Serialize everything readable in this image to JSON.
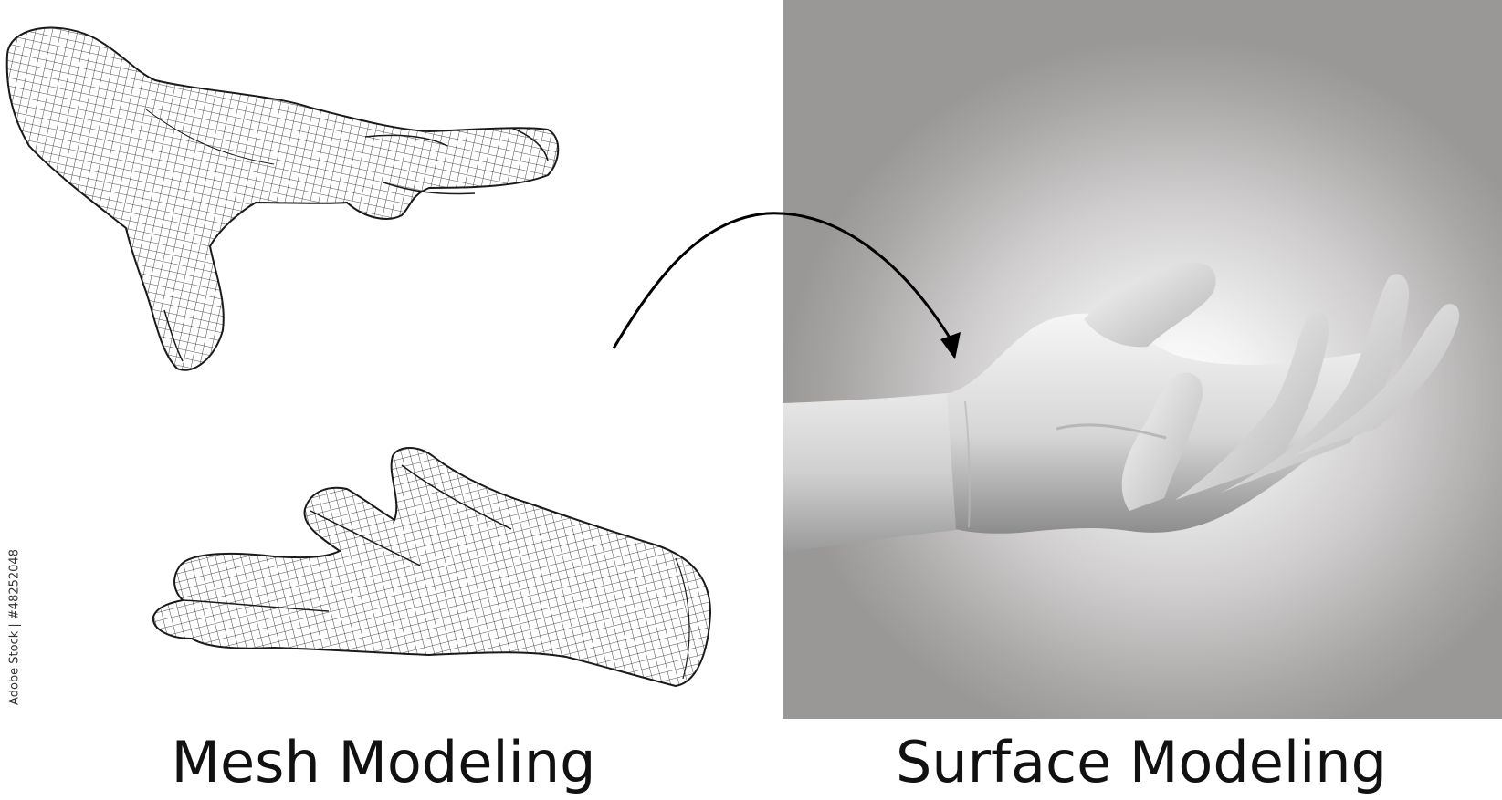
{
  "captions": {
    "left": "Mesh Modeling",
    "right": "Surface Modeling"
  },
  "watermark": {
    "text": "Adobe Stock | #48252048"
  },
  "colors": {
    "mesh_line": "#1a1a1a",
    "surface_light": "#f4f4f4",
    "surface_shadow": "#8c8c8c",
    "background_edge": "#9a9797",
    "arrow": "#000000"
  },
  "icons": {
    "upper_mesh": "wireframe-hand-icon",
    "lower_mesh": "wireframe-hand-icon",
    "surface": "shaded-hand-icon",
    "connector": "curved-arrow-icon"
  }
}
